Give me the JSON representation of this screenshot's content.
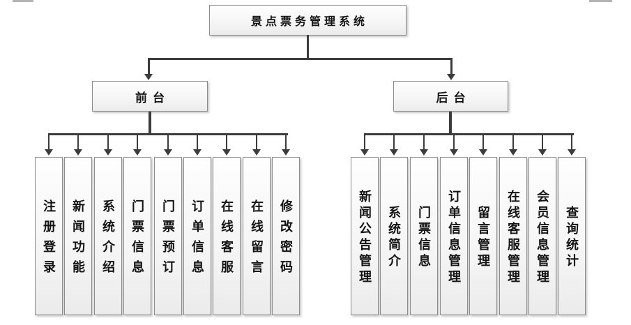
{
  "colors": {
    "connector": "#3c3c3c",
    "node_border": "#8c8c8c",
    "node_fill_top": "#fefefe",
    "node_fill_bottom": "#ebebeb",
    "text": "#141414"
  },
  "root": {
    "title": "景点票务管理系统"
  },
  "frontend": {
    "label": "前台",
    "children": [
      "注册登录",
      "新闻功能",
      "系统介绍",
      "门票信息",
      "门票预订",
      "订单信息",
      "在线客服",
      "在线留言",
      "修改密码"
    ]
  },
  "backend": {
    "label": "后台",
    "children": [
      "新闻公告管理",
      "系统简介",
      "门票信息",
      "订单信息管理",
      "留言管理",
      "在线客服管理",
      "会员信息管理",
      "查询统计"
    ]
  }
}
